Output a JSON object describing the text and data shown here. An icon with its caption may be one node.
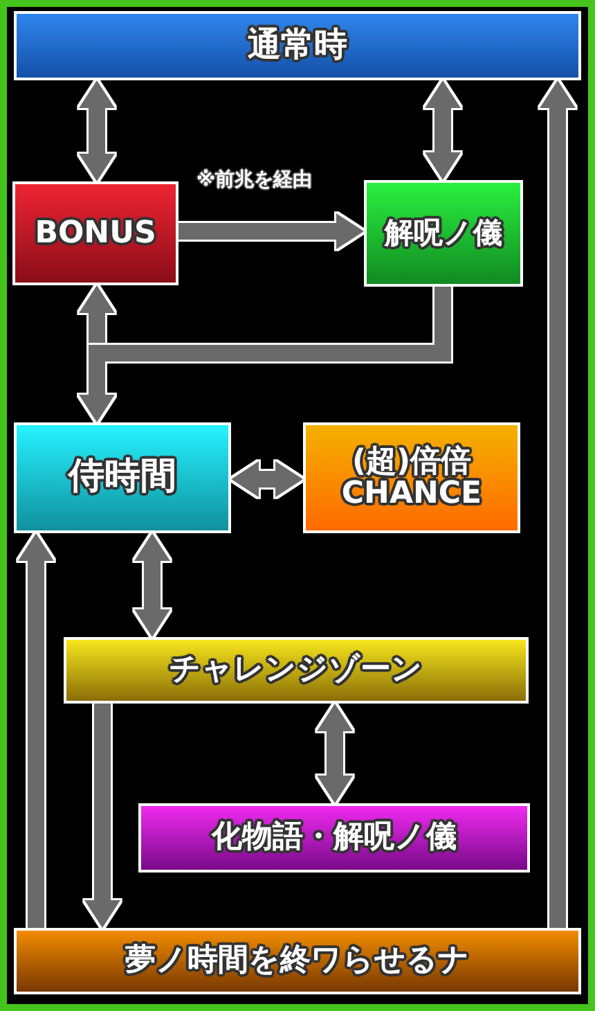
{
  "diagram": {
    "nodes": [
      {
        "text": [
          "通常時"
        ]
      },
      {
        "text": [
          "BONUS"
        ]
      },
      {
        "text": [
          "解呪ノ儀"
        ]
      },
      {
        "text": [
          "侍時間"
        ]
      },
      {
        "text": [
          "(超)倍倍 CHANCE"
        ]
      },
      {
        "text": [
          "チャレンジゾーン"
        ]
      },
      {
        "text": [
          "化物語・解呪ノ儀"
        ]
      },
      {
        "text": [
          "夢ノ時間を終ワらせるナ"
        ]
      }
    ],
    "edges": [
      {
        "from": 0,
        "to": 1,
        "arrow": "both"
      },
      {
        "from": 0,
        "to": 2,
        "arrow": "both"
      },
      {
        "from": 1,
        "to": 2,
        "arrow": "to",
        "label": "※前兆を経由"
      },
      {
        "from": 1,
        "to": 3,
        "arrow": "both"
      },
      {
        "from": 2,
        "to": 3,
        "arrow": "to"
      },
      {
        "from": 3,
        "to": 4,
        "arrow": "both"
      },
      {
        "from": 3,
        "to": 5,
        "arrow": "both"
      },
      {
        "from": 5,
        "to": 6,
        "arrow": "both"
      },
      {
        "from": 5,
        "to": 7,
        "arrow": "to"
      },
      {
        "from": 7,
        "to": 3,
        "arrow": "to"
      },
      {
        "from": 7,
        "to": 0,
        "arrow": "to"
      }
    ]
  }
}
